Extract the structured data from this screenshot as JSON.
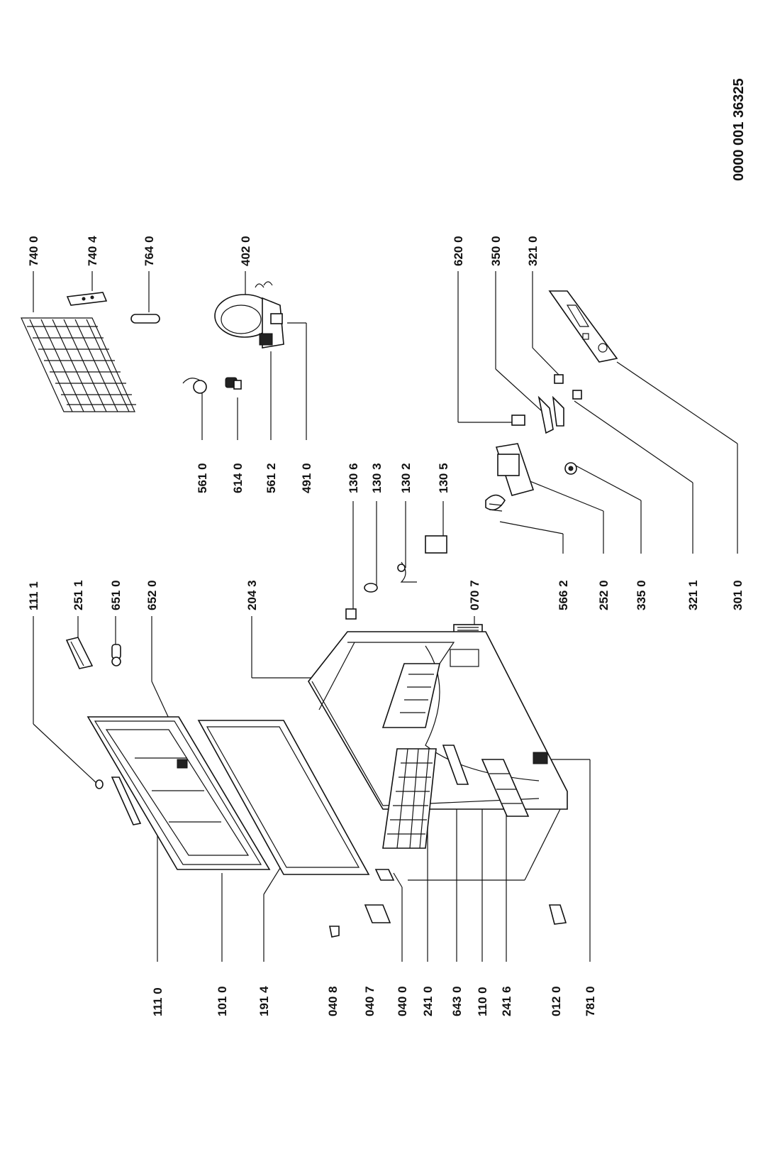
{
  "document_id": "0000 001 36325",
  "labels": {
    "p_740_0": "740 0",
    "p_740_4": "740 4",
    "p_764_0": "764 0",
    "p_402_0": "402 0",
    "p_620_0": "620 0",
    "p_350_0": "350 0",
    "p_321_0": "321 0",
    "p_561_0": "561 0",
    "p_614_0": "614 0",
    "p_561_2": "561 2",
    "p_491_0": "491 0",
    "p_130_6": "130 6",
    "p_130_3": "130 3",
    "p_130_2": "130 2",
    "p_130_5": "130 5",
    "p_111_1": "111 1",
    "p_251_1": "251 1",
    "p_651_0": "651 0",
    "p_652_0": "652 0",
    "p_204_3": "204 3",
    "p_070_7": "070 7",
    "p_566_2": "566 2",
    "p_252_0": "252 0",
    "p_335_0": "335 0",
    "p_321_1": "321 1",
    "p_301_0": "301 0",
    "p_111_0": "111 0",
    "p_101_0": "101 0",
    "p_191_4": "191 4",
    "p_040_8": "040 8",
    "p_040_7": "040 7",
    "p_040_0": "040 0",
    "p_241_0": "241 0",
    "p_643_0": "643 0",
    "p_110_0": "110 0",
    "p_241_6": "241 6",
    "p_012_0": "012 0",
    "p_781_0": "781 0"
  }
}
